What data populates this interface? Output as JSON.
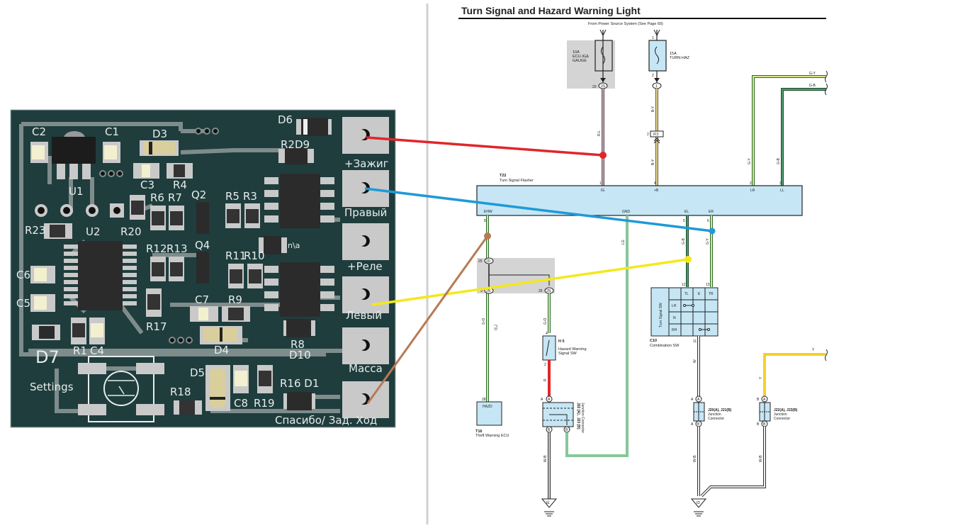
{
  "title": "Turn Signal and Hazard Warning Light",
  "power_source_note": "From Power Source System (See Page 60)",
  "pcb": {
    "component_labels": {
      "C2": "C2",
      "C1": "C1",
      "D3": "D3",
      "U1": "U1",
      "C3": "C3",
      "R4": "R4",
      "D6": "D6",
      "R2D9": "R2D9",
      "R6": "R6",
      "R7": "R7",
      "Q2": "Q2",
      "R5": "R5",
      "R3": "R3",
      "R23": "R23",
      "U2": "U2",
      "R20": "R20",
      "R12": "R12",
      "R13": "R13",
      "Q4": "Q4",
      "R11": "R11",
      "R10": "R10",
      "na": "n\\a",
      "C6": "C6",
      "C5": "C5",
      "R17": "R17",
      "C7": "C7",
      "R9": "R9",
      "D4": "D4",
      "R8": "R8",
      "D10": "D10",
      "D7": "D7",
      "R1": "R1",
      "C4": "C4",
      "Settings": "Settings",
      "D5": "D5",
      "R18": "R18",
      "C8": "C8",
      "R19": "R19",
      "R16D1": "R16 D1"
    },
    "terminals": [
      {
        "label": "+Зажиг"
      },
      {
        "label": "Правый"
      },
      {
        "label": "+Реле"
      },
      {
        "label": "Левый"
      },
      {
        "label": "Масса"
      },
      {
        "label": "Спасибо/ Зад. Ход"
      }
    ]
  },
  "schematic": {
    "fuse_left": {
      "rating": "10A",
      "name_line1": "ECU-IG&",
      "name_line2": "GAUGE",
      "pin_num": "20",
      "connector": "2S"
    },
    "fuse_right": {
      "rating": "15A",
      "name": "TURN-HAZ",
      "pin_top": "1",
      "pin_bottom": "2",
      "connector": "1"
    },
    "wires": {
      "r_l": "R-L",
      "b_y_top": "B-Y",
      "b_y_bottom": "B-Y",
      "if3_pin": "2",
      "if3": "IF3",
      "g_y_top": "G-Y",
      "g_b_top": "G-B",
      "g_y_right": "G-Y",
      "g_b_right": "G-B",
      "lg": "LG",
      "g_b_el": "G-B",
      "g_y_er": "G-Y",
      "g_o_left": "G-O",
      "g_o_left_note": "(*1)",
      "g_o_right": "G-O",
      "r": "R",
      "w_left": "W",
      "w_b_1": "W-B",
      "w_b_2": "W-B",
      "w_b_3": "W-B",
      "y_v": "Y",
      "y_h": "Y"
    },
    "flasher": {
      "code": "T22",
      "name": "Turn Signal Flasher",
      "top_pins": [
        {
          "num": "1",
          "name": "IG"
        },
        {
          "num": "4",
          "name": "+B"
        },
        {
          "num": "2",
          "name": "LR"
        },
        {
          "num": "3",
          "name": "LL"
        }
      ],
      "bottom_pins": [
        {
          "num": "8",
          "name": "EHW"
        },
        {
          "name": "GND"
        },
        {
          "num": "5",
          "name": "EL"
        },
        {
          "num": "6",
          "name": "ER"
        }
      ]
    },
    "junction_box": {
      "top_pin": "25",
      "top_conn": "2D",
      "left_pin": "9",
      "left_conn": "2N",
      "right_pin": "25",
      "right_conn": "2N"
    },
    "hazard_sw": {
      "code": "H 5",
      "name_line1": "Hazard Warning",
      "name_line2": "Signal SW",
      "pin_top": "4",
      "pin_bottom": "2"
    },
    "theft_ecu": {
      "code": "T16",
      "name": "Theft Warning ECU",
      "pin": "28",
      "terminal": "HAZD"
    },
    "combination_sw": {
      "code": "C10",
      "name": "Combination SW",
      "inner_label": "Turn Signal SW",
      "pin_tl": "12",
      "pin_tr": "13",
      "pin_bottom": "11",
      "columns": [
        "TL",
        "E",
        "TR"
      ],
      "rows": [
        "LH",
        "N",
        "RH"
      ]
    },
    "junction_conn_1": {
      "label": "J22 [A] , J23 [B]",
      "sub": "Junction Connector",
      "pin_a": "A",
      "pin_b": "B",
      "conn_a": "A",
      "conn_b": "B",
      "conn_b2": "B"
    },
    "junction_conn_2": {
      "code": "J20(A), J21(B)",
      "sub1": "Junction",
      "sub2": "Connector",
      "pin_a": "A",
      "pin_b": "A",
      "conn_a": "A",
      "conn_b": "B"
    },
    "junction_conn_3": {
      "code": "J22(A), J23(B)",
      "sub1": "Junction",
      "sub2": "Connector",
      "pin_a": "B",
      "pin_b": "B",
      "conn_a": "A",
      "conn_b": "B"
    },
    "grounds": [
      {
        "label": "IE"
      },
      {
        "label": "ID"
      }
    ]
  },
  "colors": {
    "pcb_board": "#1f3d3d",
    "pcb_trace": "#7f8c8c",
    "pad": "#c9c9c9",
    "chip": "#2b2b2b",
    "jumper_red": "#e0262b",
    "jumper_blue": "#1f9ad6",
    "jumper_yellow": "#f4e81c",
    "jumper_brown": "#b87a55",
    "box_fill": "#c6e6f5",
    "gray_box": "#d4d4d4",
    "wire_green": "#86c79a"
  }
}
